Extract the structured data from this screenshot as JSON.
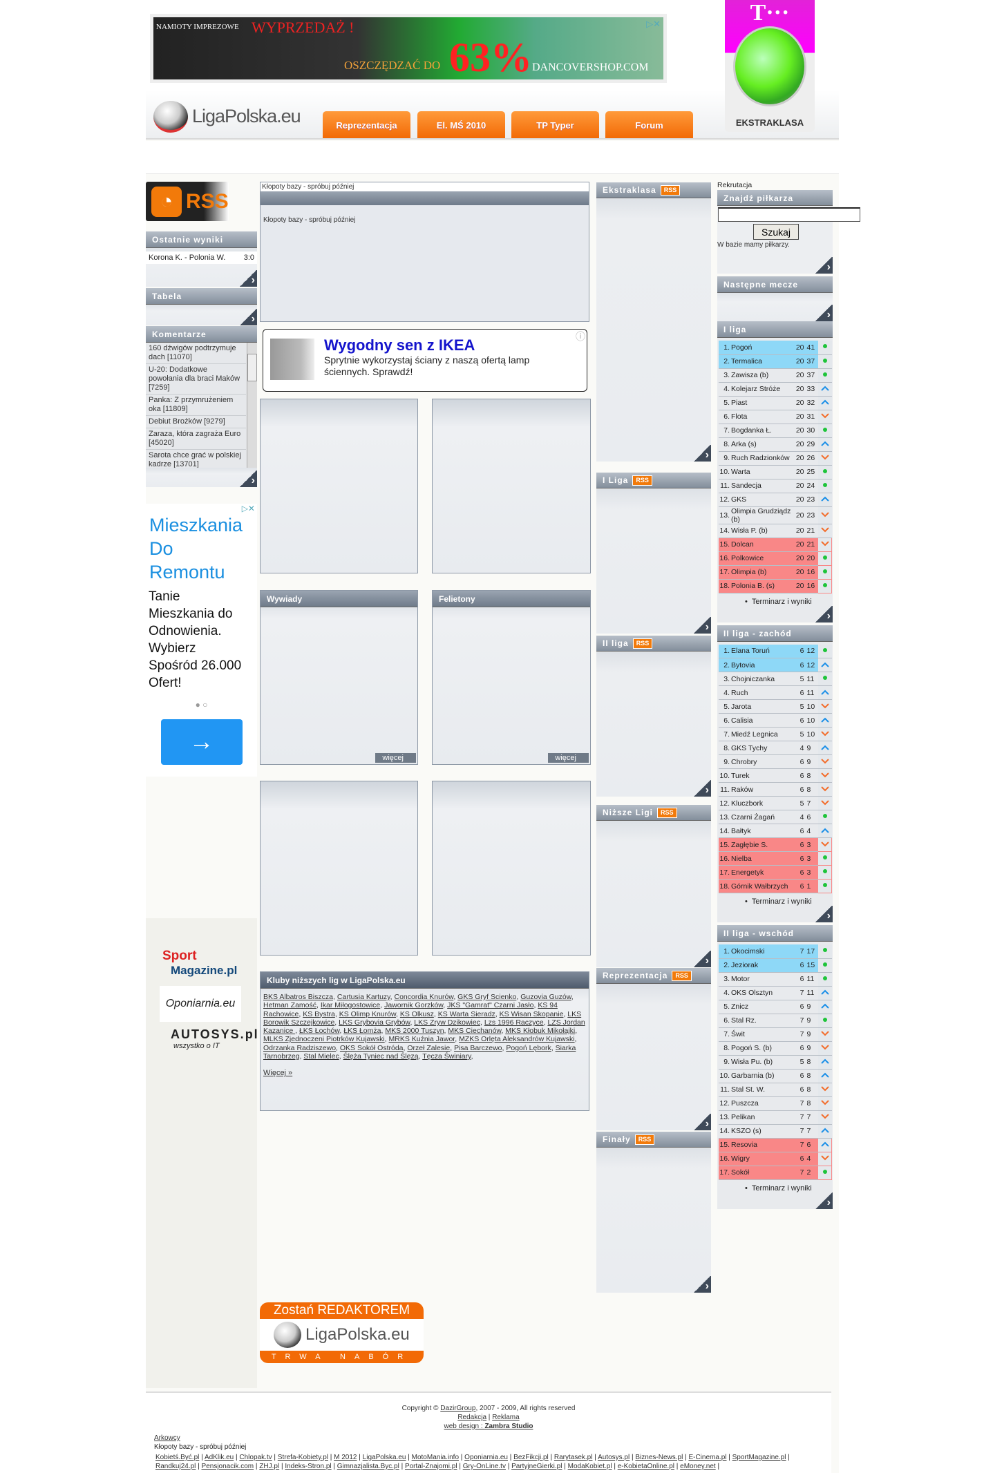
{
  "top_ad": {
    "line1": "NAMIOTY IMPREZOWE",
    "line2": "WYPRZEDAŻ !",
    "line3": "OSZCZĘDZAĆ DO",
    "percent": "63%",
    "site": "DANCOVERSHOP.COM"
  },
  "sponsor": {
    "brand": "T···",
    "label": "EKSTRAKLASA"
  },
  "logo": "LigaPolska.eu",
  "nav": [
    "Reprezentacja",
    "El. MŚ 2010",
    "TP Typer",
    "Forum"
  ],
  "left": {
    "rss": "RSS",
    "recent_title": "Ostatnie wyniki",
    "recent": [
      {
        "match": "Korona K. - Polonia W.",
        "score": "3:0"
      }
    ],
    "table_title": "Tabela",
    "comments_title": "Komentarze",
    "comments": [
      "160 dźwigów podtrzymuje dach [11070]",
      "U-20: Dodatkowe powołania dla braci Maków [7259]",
      "Panka: Z przymrużeniem oka [11809]",
      "Debiut Brożków [9279]",
      "Zaraza, która zagraża Euro [45020]",
      "Sarota chce grać w polskiej kadrze [13701]"
    ],
    "ad": {
      "title": "Mieszkania Do Remontu",
      "body": "Tanie Mieszkania do Odnowienia. Wybierz Spośród 26.000 Ofert!",
      "arrow": "→"
    },
    "partners": [
      "Sport",
      "Magazine.pl",
      "Oponiarnia.eu",
      "AUTOSYS.pl",
      "wszystko o IT"
    ]
  },
  "center": {
    "db_error": "Kłopoty bazy - spróbuj później",
    "ikea": {
      "title": "Wygodny sen z IKEA",
      "body": "Sprytnie wykorzystaj ściany z naszą ofertą lamp ściennych. Sprawdź!"
    },
    "interviews": "Wywiady",
    "columns": "Felietony",
    "more": "więcej",
    "clubs_title": "Kluby niższych lig w LigaPolska.eu",
    "clubs": [
      "BKS Albatros Biszcza",
      "Cartusia Kartuzy",
      "Concordia Knurów",
      "GKS Gryf Scienko",
      "Guzovia Guzów",
      "Hetman Zamość",
      "Ikar Miłogostowice",
      "Jawornik Gorzków",
      "JKS \"Gamrat\" Czarni Jasło",
      "KS 94 Rachowice",
      "KS Bystra",
      "KS Olimp Knurów",
      "KS Olkusz",
      "KS Warta Sieradz",
      "KS Wisan Skopanie",
      "LKS Borowik Szczejkowice",
      "LKS Grybovia Grybów",
      "LKS Zryw Dzikowiec",
      "Lzs 1996 Raczyce",
      "LZS Jordan Kazanice ",
      "ŁKS Łochów",
      "ŁKS Łomża",
      "MKS 2000 Tuszyn",
      "MKS Ciechanów",
      "MKS Kłobuk Mikołajki",
      "MLKS Zjednoczeni Piotrków Kujawski",
      "MRKS Kuźnia Jawor",
      "MZKS Orlęta Aleksandrów Kujawski",
      "Odrzanka Radziszewo",
      "OKS Sokół Ostróda",
      "Orzeł Zalesie",
      "Pisa Barczewo",
      "Pogoń Lębork",
      "Siarka Tarnobrzeg",
      "Stal Mielec",
      "Ślęża Tyniec nad Ślęzą",
      "Tęcza Świniary"
    ],
    "clubs_more": "Więcej »",
    "recruit": {
      "top": "Zostań REDAKTOREM",
      "logo": "LigaPolska.eu",
      "bottom": "TRWA NABÓR"
    }
  },
  "news_col": {
    "rss": "RSS",
    "sections": [
      "Ekstraklasa",
      "I Liga",
      "II liga",
      "Niższe Ligi",
      "Reprezentacja",
      "Finały"
    ]
  },
  "right": {
    "recruit_link": "Rekrutacja",
    "find_title": "Znajdź piłkarza",
    "search_value": "",
    "search_btn": "Szukaj",
    "db_info": "W bazie mamy piłkarzy.",
    "next_title": "Następne mecze",
    "schedule": "Terminarz i wyniki",
    "tables": [
      {
        "title": "I liga",
        "rows": [
          [
            "1.",
            "Pogoń",
            "20",
            "41",
            "same",
            "top"
          ],
          [
            "2.",
            "Termalica",
            "20",
            "37",
            "same",
            "top"
          ],
          [
            "3.",
            "Zawisza (b)",
            "20",
            "37",
            "same",
            ""
          ],
          [
            "4.",
            "Kolejarz Stróże",
            "20",
            "33",
            "up",
            ""
          ],
          [
            "5.",
            "Piast",
            "20",
            "32",
            "up",
            ""
          ],
          [
            "6.",
            "Flota",
            "20",
            "31",
            "down",
            ""
          ],
          [
            "7.",
            "Bogdanka Ł.",
            "20",
            "30",
            "same",
            ""
          ],
          [
            "8.",
            "Arka (s)",
            "20",
            "29",
            "up",
            ""
          ],
          [
            "9.",
            "Ruch Radzionków",
            "20",
            "26",
            "down",
            ""
          ],
          [
            "10.",
            "Warta",
            "20",
            "25",
            "same",
            ""
          ],
          [
            "11.",
            "Sandecja",
            "20",
            "24",
            "same",
            ""
          ],
          [
            "12.",
            "GKS",
            "20",
            "23",
            "up",
            ""
          ],
          [
            "13.",
            "Olimpia Grudziądz (b)",
            "20",
            "23",
            "down",
            ""
          ],
          [
            "14.",
            "Wisła P. (b)",
            "20",
            "21",
            "down",
            ""
          ],
          [
            "15.",
            "Dolcan",
            "20",
            "21",
            "down",
            "bot"
          ],
          [
            "16.",
            "Polkowice",
            "20",
            "20",
            "same",
            "bot"
          ],
          [
            "17.",
            "Olimpia (b)",
            "20",
            "16",
            "same",
            "bot"
          ],
          [
            "18.",
            "Polonia B. (s)",
            "20",
            "16",
            "same",
            "bot"
          ]
        ]
      },
      {
        "title": "II liga - zachód",
        "rows": [
          [
            "1.",
            "Elana Toruń",
            "6",
            "12",
            "same",
            "top"
          ],
          [
            "2.",
            "Bytovia",
            "6",
            "12",
            "up",
            "top"
          ],
          [
            "3.",
            "Chojniczanka",
            "5",
            "11",
            "same",
            ""
          ],
          [
            "4.",
            "Ruch",
            "6",
            "11",
            "up",
            ""
          ],
          [
            "5.",
            "Jarota",
            "5",
            "10",
            "down",
            ""
          ],
          [
            "6.",
            "Calisia",
            "6",
            "10",
            "up",
            ""
          ],
          [
            "7.",
            "Miedź Legnica",
            "5",
            "10",
            "down",
            ""
          ],
          [
            "8.",
            "GKS Tychy",
            "4",
            "9",
            "up",
            ""
          ],
          [
            "9.",
            "Chrobry",
            "6",
            "9",
            "down",
            ""
          ],
          [
            "10.",
            "Turek",
            "6",
            "8",
            "down",
            ""
          ],
          [
            "11.",
            "Raków",
            "6",
            "8",
            "down",
            ""
          ],
          [
            "12.",
            "Kluczbork",
            "5",
            "7",
            "down",
            ""
          ],
          [
            "13.",
            "Czarni Żagań",
            "4",
            "6",
            "same",
            ""
          ],
          [
            "14.",
            "Bałtyk",
            "6",
            "4",
            "up",
            ""
          ],
          [
            "15.",
            "Zagłębie S.",
            "6",
            "3",
            "down",
            "bot"
          ],
          [
            "16.",
            "Nielba",
            "6",
            "3",
            "same",
            "bot"
          ],
          [
            "17.",
            "Energetyk",
            "6",
            "3",
            "same",
            "bot"
          ],
          [
            "18.",
            "Górnik Wałbrzych",
            "6",
            "1",
            "same",
            "bot"
          ]
        ]
      },
      {
        "title": "II liga - wschód",
        "rows": [
          [
            "1.",
            "Okocimski",
            "7",
            "17",
            "same",
            "top"
          ],
          [
            "2.",
            "Jeziorak",
            "6",
            "15",
            "same",
            "top"
          ],
          [
            "3.",
            "Motor",
            "6",
            "11",
            "same",
            ""
          ],
          [
            "4.",
            "OKS Olsztyn",
            "7",
            "11",
            "up",
            ""
          ],
          [
            "5.",
            "Znicz",
            "6",
            "9",
            "up",
            ""
          ],
          [
            "6.",
            "Stal Rz.",
            "7",
            "9",
            "same",
            ""
          ],
          [
            "7.",
            "Świt",
            "7",
            "9",
            "down",
            ""
          ],
          [
            "8.",
            "Pogoń S. (b)",
            "6",
            "9",
            "down",
            ""
          ],
          [
            "9.",
            "Wisła Pu. (b)",
            "5",
            "8",
            "up",
            ""
          ],
          [
            "10.",
            "Garbarnia (b)",
            "6",
            "8",
            "up",
            ""
          ],
          [
            "11.",
            "Stal St. W.",
            "6",
            "8",
            "down",
            ""
          ],
          [
            "12.",
            "Puszcza",
            "7",
            "8",
            "down",
            ""
          ],
          [
            "13.",
            "Pelikan",
            "7",
            "7",
            "down",
            ""
          ],
          [
            "14.",
            "KSZO (s)",
            "7",
            "7",
            "up",
            ""
          ],
          [
            "15.",
            "Resovia",
            "7",
            "6",
            "up",
            "bot"
          ],
          [
            "16.",
            "Wigry",
            "6",
            "4",
            "down",
            "bot"
          ],
          [
            "17.",
            "Sokół",
            "7",
            "2",
            "same",
            "bot"
          ]
        ]
      }
    ]
  },
  "footer": {
    "copyright_pre": "Copyright © ",
    "company": "DazirGroup",
    "copyright_post": ", 2007 - 2009, All rights reserved",
    "redakcja": "Redakcja",
    "reklama": "Reklama",
    "design_pre": "web design : ",
    "design": "Zambra Studio",
    "arkowcy": "Arkowcy",
    "db_error": "Kłopoty bazy - spróbuj później",
    "links": [
      "Kobietś.Być.pl",
      "AdKlik.eu",
      "Chlopak.tv",
      "Strefa-Kobiety.pl",
      "M 2012",
      "LigaPolska.eu",
      "MotoMania.info",
      "Oponiarnia.eu",
      "BezFikcji.pl",
      "Rarytasek.pl",
      "Autosys.pl",
      "Biznes-News.pl",
      "E-Cinema.pl",
      "SportMagazine.pl",
      "Randkuj24.pl",
      "Pensjonacik.com",
      "ZHJ.pl",
      "Indeks-Stron.pl",
      "Gimnazjalista.Byc.pl",
      "Portal-Znajomi.pl",
      "Gry-OnLine.tv",
      "PartyjneGierki.pl",
      "ModaKobiet.pl",
      "e-KobietaOnline.pl",
      "eMoney.net"
    ]
  },
  "colors": {
    "accent": "#f27a0a",
    "promo": "#8ed8f7",
    "relegation": "#f98787",
    "header": "#838e9b"
  }
}
